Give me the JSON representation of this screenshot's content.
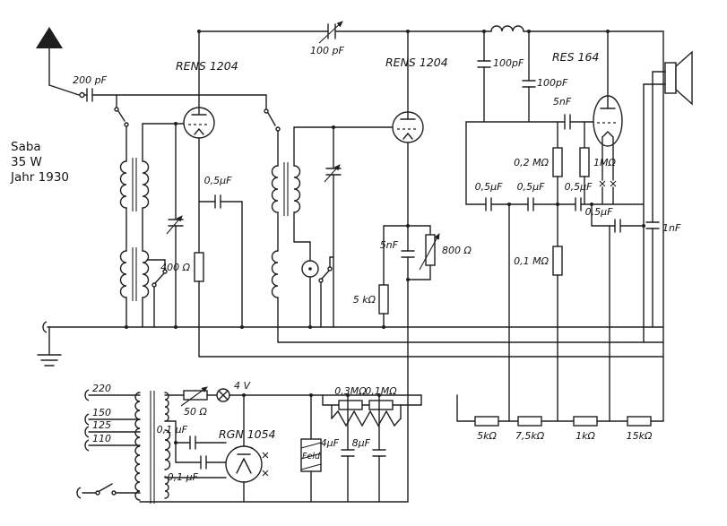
{
  "title": {
    "brand": "Saba",
    "power": "35 W",
    "year": "Jahr 1930"
  },
  "tubes": {
    "rf1": "RENS 1204",
    "det": "RENS 1204",
    "output": "RES 164",
    "rectifier": "RGN 1054"
  },
  "labels": {
    "c_antenna": "200 pF",
    "c_top": "100 pF",
    "c_tank1": "100pF",
    "c_tank2": "100pF",
    "c_grid1": "0,5μF",
    "r_cathode1": "400 Ω",
    "c_det": "5nF",
    "r_det": "800 Ω",
    "r_screen": "5 kΩ",
    "c_out_grid": "5nF",
    "r_grid_a": "0,2 MΩ",
    "r_grid_b": "1MΩ",
    "c_row1": "0,5μF",
    "c_row2": "0,5μF",
    "c_row3": "0,5μF",
    "c_row4": "0,5μF",
    "r_leak": "0,1 MΩ",
    "c_speaker": "1nF",
    "tap1": "220",
    "tap2": "150",
    "tap3": "125",
    "tap4": "110",
    "r_heater": "50 Ω",
    "lamp": "4 V",
    "c_rect1": "0,1 μF",
    "c_rect2": "0,1 μF",
    "r_div1": "0,3MΩ",
    "r_div2": "0,1MΩ",
    "field_coil": "Feld",
    "c_filter1": "4μF",
    "c_filter2": "8μF",
    "r_bus1": "5kΩ",
    "r_bus2": "7,5kΩ",
    "r_bus3": "1kΩ",
    "r_bus4": "15kΩ"
  }
}
